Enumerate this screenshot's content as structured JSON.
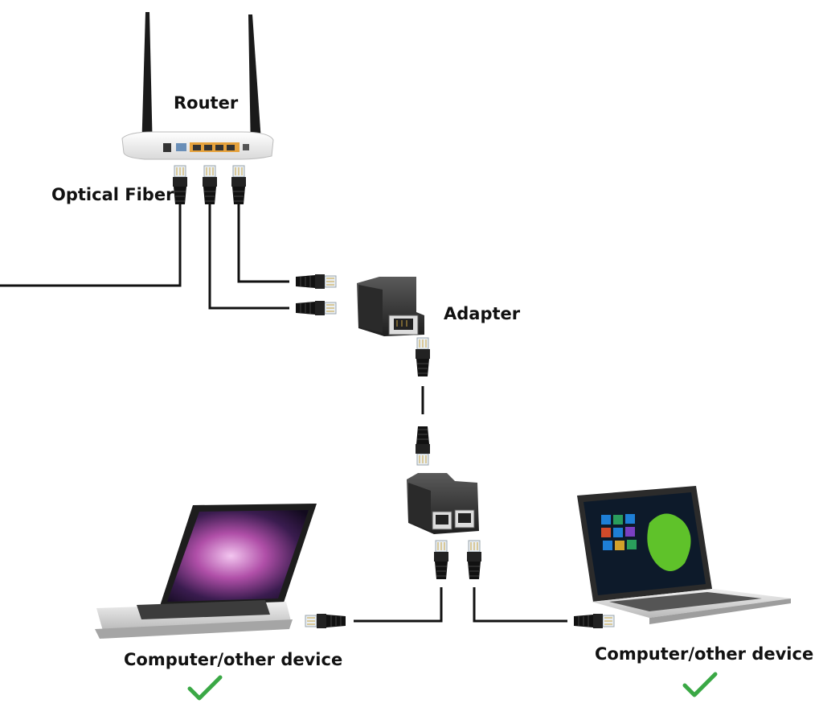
{
  "labels": {
    "router": "Router",
    "optical_fiber": "Optical Fiber",
    "adapter": "Adapter",
    "device_left": "Computer/other device",
    "device_right": "Computer/other device"
  },
  "icons": {
    "router": "router-icon",
    "adapter": "ethernet-splitter-icon",
    "connector": "rj45-connector-icon",
    "laptop": "laptop-icon",
    "check": "check-icon"
  },
  "colors": {
    "cable": "#111111",
    "check": "#3aa845",
    "router_body": "#f2f2f2",
    "port_accent": "#e6a23c"
  }
}
